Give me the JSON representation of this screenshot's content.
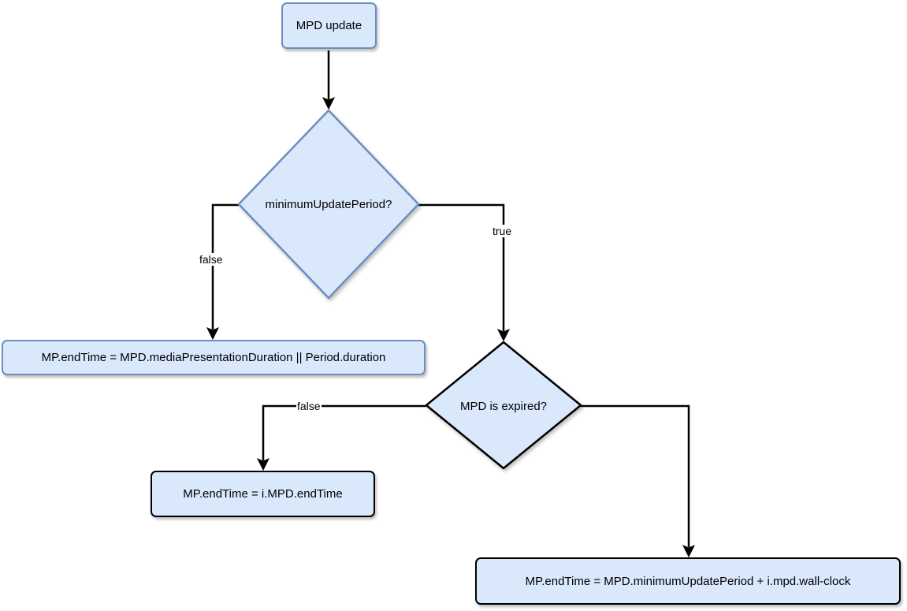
{
  "nodes": {
    "mpd_update": "MPD update",
    "min_update_period": "minimumUpdatePeriod?",
    "end_time_duration": "MP.endTime = MPD.mediaPresentationDuration || Period.duration",
    "mpd_expired": "MPD is expired?",
    "end_time_mpd": "MP.endTime = i.MPD.endTime",
    "end_time_wallclock": "MP.endTime = MPD.minimumUpdatePeriod + i.mpd.wall-clock"
  },
  "edges": {
    "min_false": "false",
    "min_true": "true",
    "expired_false": "false"
  },
  "colors": {
    "fill": "#dae8fc",
    "stroke_blue": "#6c8ebf",
    "stroke_black": "#000000"
  }
}
